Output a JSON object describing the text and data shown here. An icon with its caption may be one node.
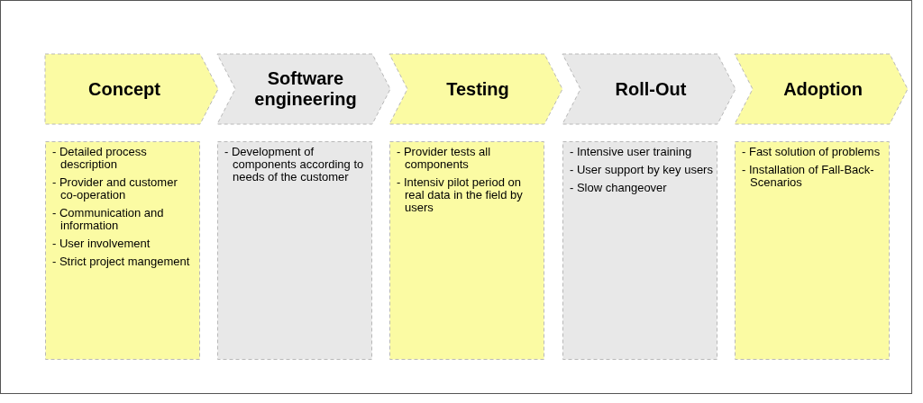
{
  "diagram": {
    "nodes": [
      {
        "text": [
          "Concept"
        ]
      },
      {
        "text": [
          "Software engineering"
        ]
      },
      {
        "text": [
          "Testing"
        ]
      },
      {
        "text": [
          "Roll-Out"
        ]
      },
      {
        "text": [
          "Adoption"
        ]
      },
      {
        "text": [
          "- Detailed process description",
          "- Provider and customer co-operation",
          "- Communication and information",
          "- User involvement",
          "- Strict project mangement"
        ]
      },
      {
        "text": [
          "- Development of components according to needs of the customer"
        ]
      },
      {
        "text": [
          "- Provider tests all components",
          "- Intensiv pilot period on real data in the field by users"
        ]
      },
      {
        "text": [
          "- Intensive user training",
          "- User support by key users",
          "- Slow changeover"
        ]
      },
      {
        "text": [
          "- Fast solution of problems",
          "- Installation of Fall-Back-Scenarios"
        ]
      }
    ]
  }
}
